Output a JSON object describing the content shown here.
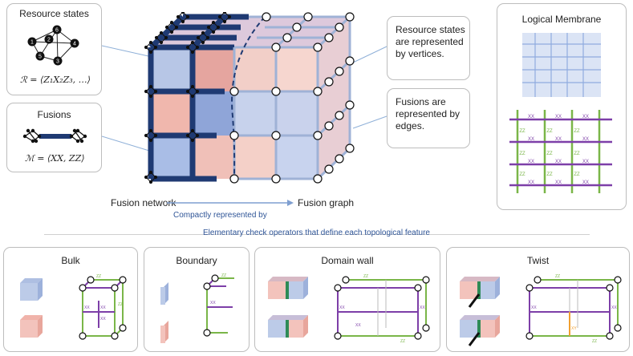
{
  "top": {
    "resource_states": {
      "title": "Resource states",
      "formula": "ℛ = ⟨Z₁X₂Z₃, …⟩",
      "node_labels": [
        "1",
        "2",
        "3",
        "4",
        "5",
        "6"
      ]
    },
    "fusions": {
      "title": "Fusions",
      "formula": "ℳ = ⟨XX, ZZ⟩"
    },
    "callout_vertices": "Resource states are represented by vertices.",
    "callout_edges": "Fusions are represented by edges.",
    "fusion_network_label": "Fusion network",
    "fusion_graph_label": "Fusion graph",
    "arrow_label": "Compactly represented by",
    "logical_membrane": {
      "title": "Logical Membrane",
      "xx": "XX",
      "zz": "ZZ"
    }
  },
  "section_header": "Elementary check operators that define each topological feature",
  "bottom": {
    "bulk": {
      "title": "Bulk"
    },
    "boundary": {
      "title": "Boundary"
    },
    "domain_wall": {
      "title": "Domain wall"
    },
    "twist": {
      "title": "Twist",
      "xy": "XY"
    }
  },
  "colors": {
    "blue_cell": "#bccbe8",
    "red_cell": "#f3c3bc",
    "navy": "#1f3a73",
    "purple": "#7d3fa8",
    "green": "#7ab648",
    "teal": "#2e8b57",
    "arrow": "#7f9fd1",
    "xy_orange": "#f0a030"
  }
}
